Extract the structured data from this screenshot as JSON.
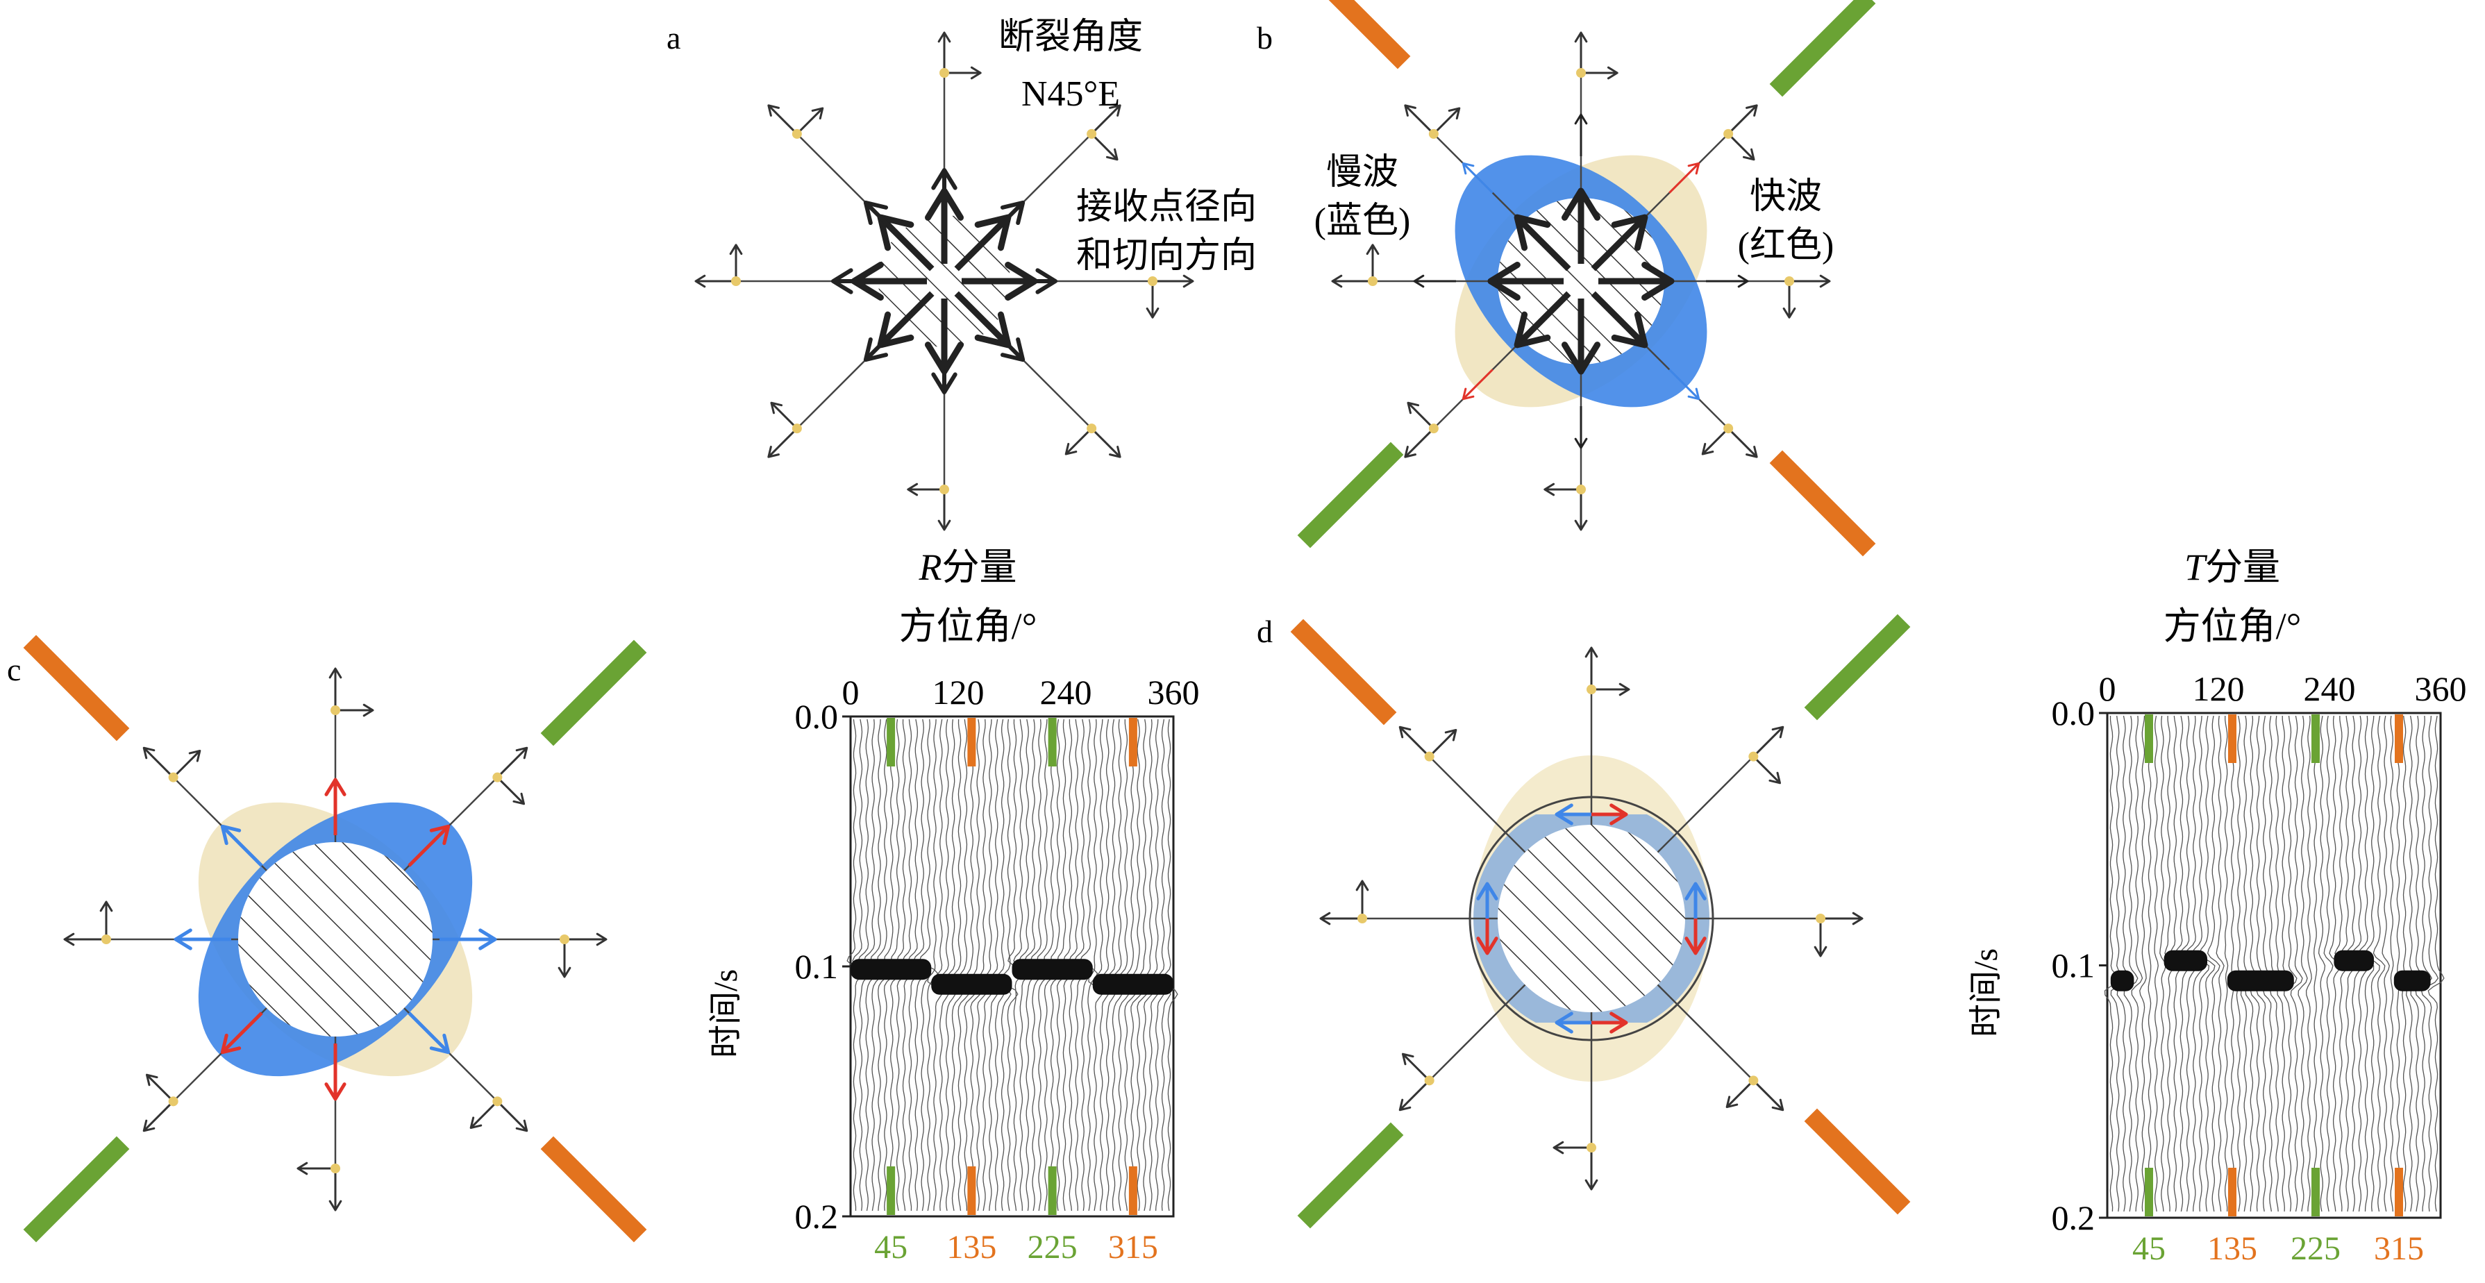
{
  "panel_labels": {
    "a": "a",
    "b": "b",
    "c": "c",
    "d": "d"
  },
  "panel_a": {
    "fracture_label_line1": "断裂角度",
    "fracture_label_line2": "N45°E",
    "receiver_label_line1": "接收点径向",
    "receiver_label_line2": "和切向方向"
  },
  "panel_b": {
    "slow_label_line1": "慢波",
    "slow_label_line2": "(蓝色)",
    "fast_label_line1": "快波",
    "fast_label_line2": "(红色)"
  },
  "gather_r": {
    "title_italic": "R",
    "title_rest": "分量",
    "subtitle": "方位角/°",
    "top_ticks": [
      "0",
      "120",
      "240",
      "360"
    ],
    "y_label": "时间/s",
    "y_ticks": [
      "0.0",
      "0.1",
      "0.2"
    ],
    "bottom_labels": [
      "45",
      "135",
      "225",
      "315"
    ]
  },
  "gather_t": {
    "title_italic": "T",
    "title_rest": "分量",
    "subtitle": "方位角/°",
    "top_ticks": [
      "0",
      "120",
      "240",
      "360"
    ],
    "y_label": "时间/s",
    "y_ticks": [
      "0.0",
      "0.1",
      "0.2"
    ],
    "bottom_labels": [
      "45",
      "135",
      "225",
      "315"
    ]
  },
  "colors": {
    "slow_blue": "#3f86e8",
    "fast_red": "#e2332a",
    "halo_beige": "#efe2b8",
    "green_bar": "#6aa334",
    "orange_bar": "#e3731e",
    "receiver_dot": "#e8c96a"
  }
}
